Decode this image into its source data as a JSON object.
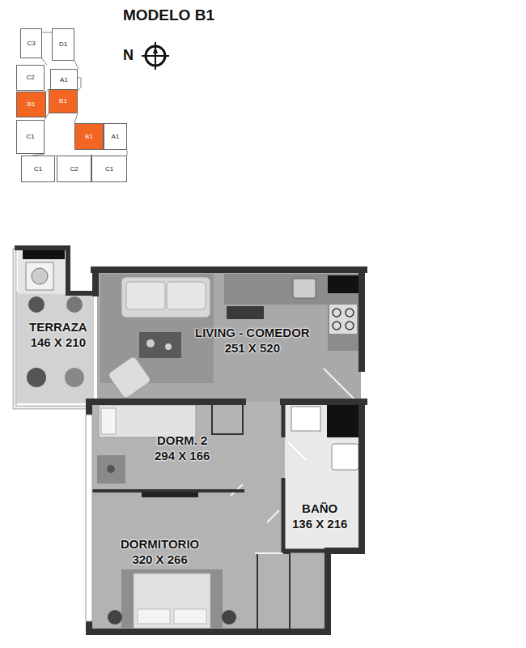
{
  "diagram": {
    "title": "MODELO B1",
    "nodes": [
      {
        "text": [
          "C3"
        ]
      },
      {
        "text": [
          "D1"
        ]
      },
      {
        "text": [
          "C2"
        ]
      },
      {
        "text": [
          "A1"
        ]
      },
      {
        "text": [
          "B1"
        ]
      },
      {
        "text": [
          "B1"
        ]
      },
      {
        "text": [
          "C1"
        ]
      },
      {
        "text": [
          "B1"
        ]
      },
      {
        "text": [
          "A1"
        ]
      },
      {
        "text": [
          "C1"
        ]
      },
      {
        "text": [
          "C2"
        ]
      },
      {
        "text": [
          "C1"
        ]
      },
      {
        "text": [
          "TERRAZA",
          "146 X 210"
        ]
      },
      {
        "text": [
          "LIVING - COMEDOR",
          "251 X 520"
        ]
      },
      {
        "text": [
          "DORM. 2",
          "294 X 166"
        ]
      },
      {
        "text": [
          "BAÑO",
          "136 X 216"
        ]
      },
      {
        "text": [
          "DORMITORIO",
          "320 X 266"
        ]
      }
    ],
    "labels": [
      "N"
    ]
  }
}
